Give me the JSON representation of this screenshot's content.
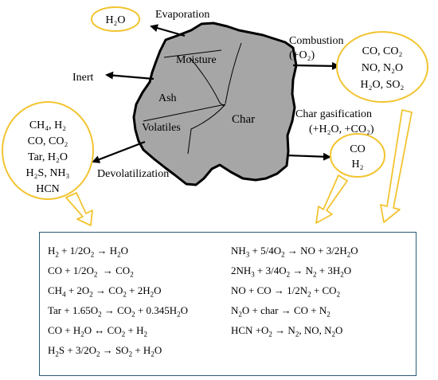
{
  "labels": {
    "evaporation": "Evaporation",
    "inert": "Inert",
    "combustion": "Combustion",
    "combustion_reactant": "(+O₂)",
    "char_gasification": "Char gasification",
    "gasification_reactants": "(+H₂O, +CO₂)",
    "devolatilization": "Devolatilization"
  },
  "particle": {
    "moisture": "Moisture",
    "ash": "Ash",
    "volatiles": "Volatiles",
    "char": "Char"
  },
  "product_groups": {
    "evaporation": [
      "H₂O"
    ],
    "combustion": [
      "CO, CO₂",
      "NO, N₂O",
      "H₂O, SO₂"
    ],
    "gasification": [
      "CO",
      "H₂"
    ],
    "devolatilization": [
      "CH₄, H₂",
      "CO, CO₂",
      "Tar, H₂O",
      "H₂S, NH₃",
      "HCN"
    ]
  },
  "reactions_left": [
    "H₂ + 1/2O₂ → H₂O",
    "CO + 1/2O₂ → CO₂",
    "CH₄ + 2O₂ → CO₂ + 2H₂O",
    "Tar + 1.65O₂ → CO₂ + 0.345H₂O",
    "CO + H₂O ↔ CO₂ + H₂",
    "H₂S + 3/2O₂ → SO₂ + H₂O"
  ],
  "reactions_right": [
    "NH₃ + 5/4O₂ → NO + 3/2H₂O",
    "2NH₃ + 3/4O₂ → N₂ + 3H₂O",
    "NO + CO → 1/2N₂ + CO₂",
    "N₂O + char → CO + N₂",
    "HCN +O₂ → N₂, NO, N₂O"
  ],
  "colors": {
    "particle_fill": "#a6a6a6",
    "ellipse_stroke": "#f2c430",
    "arrow_outline": "#f2c430",
    "box_border": "#2a5b73"
  }
}
